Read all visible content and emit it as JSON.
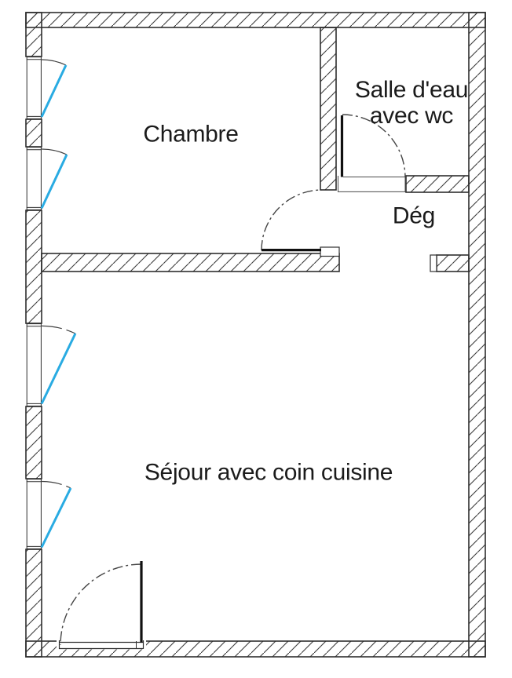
{
  "plan": {
    "type": "apartment-floor-plan",
    "labels": {
      "chambre": "Chambre",
      "salle_eau_line1": "Salle d'eau",
      "salle_eau_line2": "avec wc",
      "deg": "Dég",
      "sejour": "Séjour avec coin cuisine"
    },
    "rooms": [
      {
        "id": "chambre",
        "label": "Chambre"
      },
      {
        "id": "salle-eau",
        "label": "Salle d'eau avec wc"
      },
      {
        "id": "degagement",
        "label": "Dég"
      },
      {
        "id": "sejour",
        "label": "Séjour avec coin cuisine"
      }
    ],
    "colors": {
      "window_accent": "#29ABE2",
      "wall_line": "#2e2e2e",
      "hatch_line": "#3c3c3c",
      "door_leaf": "#111111",
      "door_arc": "#444444",
      "text": "#1b1b1b",
      "background": "#ffffff"
    }
  }
}
